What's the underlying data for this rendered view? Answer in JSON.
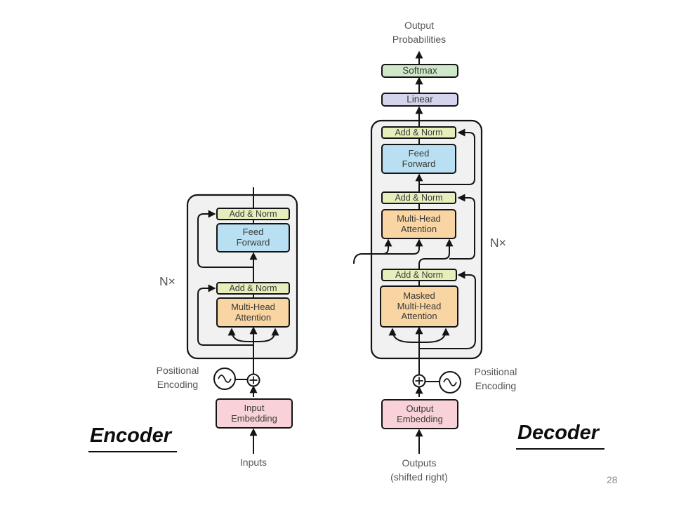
{
  "colors": {
    "add_norm": "#e6eebc",
    "feed_forward": "#b9e0f2",
    "attention": "#f8d5a3",
    "embedding": "#f8d2d8",
    "linear": "#d4d4ec",
    "softmax": "#cfe8c9",
    "container": "#f1f1f1",
    "line": "#141414"
  },
  "encoder": {
    "label": "Encoder",
    "nx": "N×",
    "positional_encoding": "Positional\nEncoding",
    "add_norm_upper": "Add & Norm",
    "feed_forward": "Feed\nForward",
    "add_norm_lower": "Add & Norm",
    "attention": "Multi-Head\nAttention",
    "embedding": "Input\nEmbedding",
    "input_label": "Inputs"
  },
  "decoder": {
    "label": "Decoder",
    "nx": "N×",
    "positional_encoding": "Positional\nEncoding",
    "output_probabilities": "Output\nProbabilities",
    "softmax": "Softmax",
    "linear": "Linear",
    "add_norm_upper": "Add & Norm",
    "feed_forward": "Feed\nForward",
    "add_norm_middle": "Add & Norm",
    "attention": "Multi-Head\nAttention",
    "add_norm_lower": "Add & Norm",
    "masked_attention": "Masked\nMulti-Head\nAttention",
    "embedding": "Output\nEmbedding",
    "output_label": "Outputs\n(shifted right)"
  },
  "page": {
    "number": "28"
  }
}
